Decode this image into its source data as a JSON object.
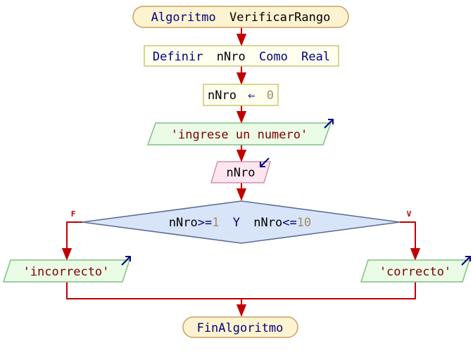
{
  "start": {
    "keyword": "Algoritmo",
    "name": "VerificarRango"
  },
  "define": {
    "kw1": "Definir",
    "var": "nNro",
    "kw2": "Como",
    "type": "Real"
  },
  "assign": {
    "var": "nNro",
    "arrow": "⇐",
    "value": "0"
  },
  "output1": {
    "text": "'ingrese un numero'"
  },
  "input": {
    "var": "nNro"
  },
  "decision": {
    "var1": "nNro",
    "op1": ">=",
    "num1": "1",
    "conj": "Y",
    "var2": "nNro",
    "op2": "<=",
    "num2": "10",
    "false_label": "F",
    "true_label": "V"
  },
  "output_false": {
    "text": "'incorrecto'"
  },
  "output_true": {
    "text": "'correcto'"
  },
  "end": {
    "text": "FinAlgoritmo"
  },
  "colors": {
    "line": "#c00000",
    "keyword": "#000080",
    "string": "#800000",
    "number": "#a09060",
    "terminal_fill": "#fef3d0",
    "terminal_stroke": "#c9a060",
    "define_fill": "#fffff0",
    "define_stroke": "#c8c870",
    "output_fill": "#eafbe6",
    "output_stroke": "#80c080",
    "input_fill": "#fde6f0",
    "input_stroke": "#d090b0",
    "decision_fill": "#d8e4f8",
    "decision_stroke": "#5a6c90"
  }
}
